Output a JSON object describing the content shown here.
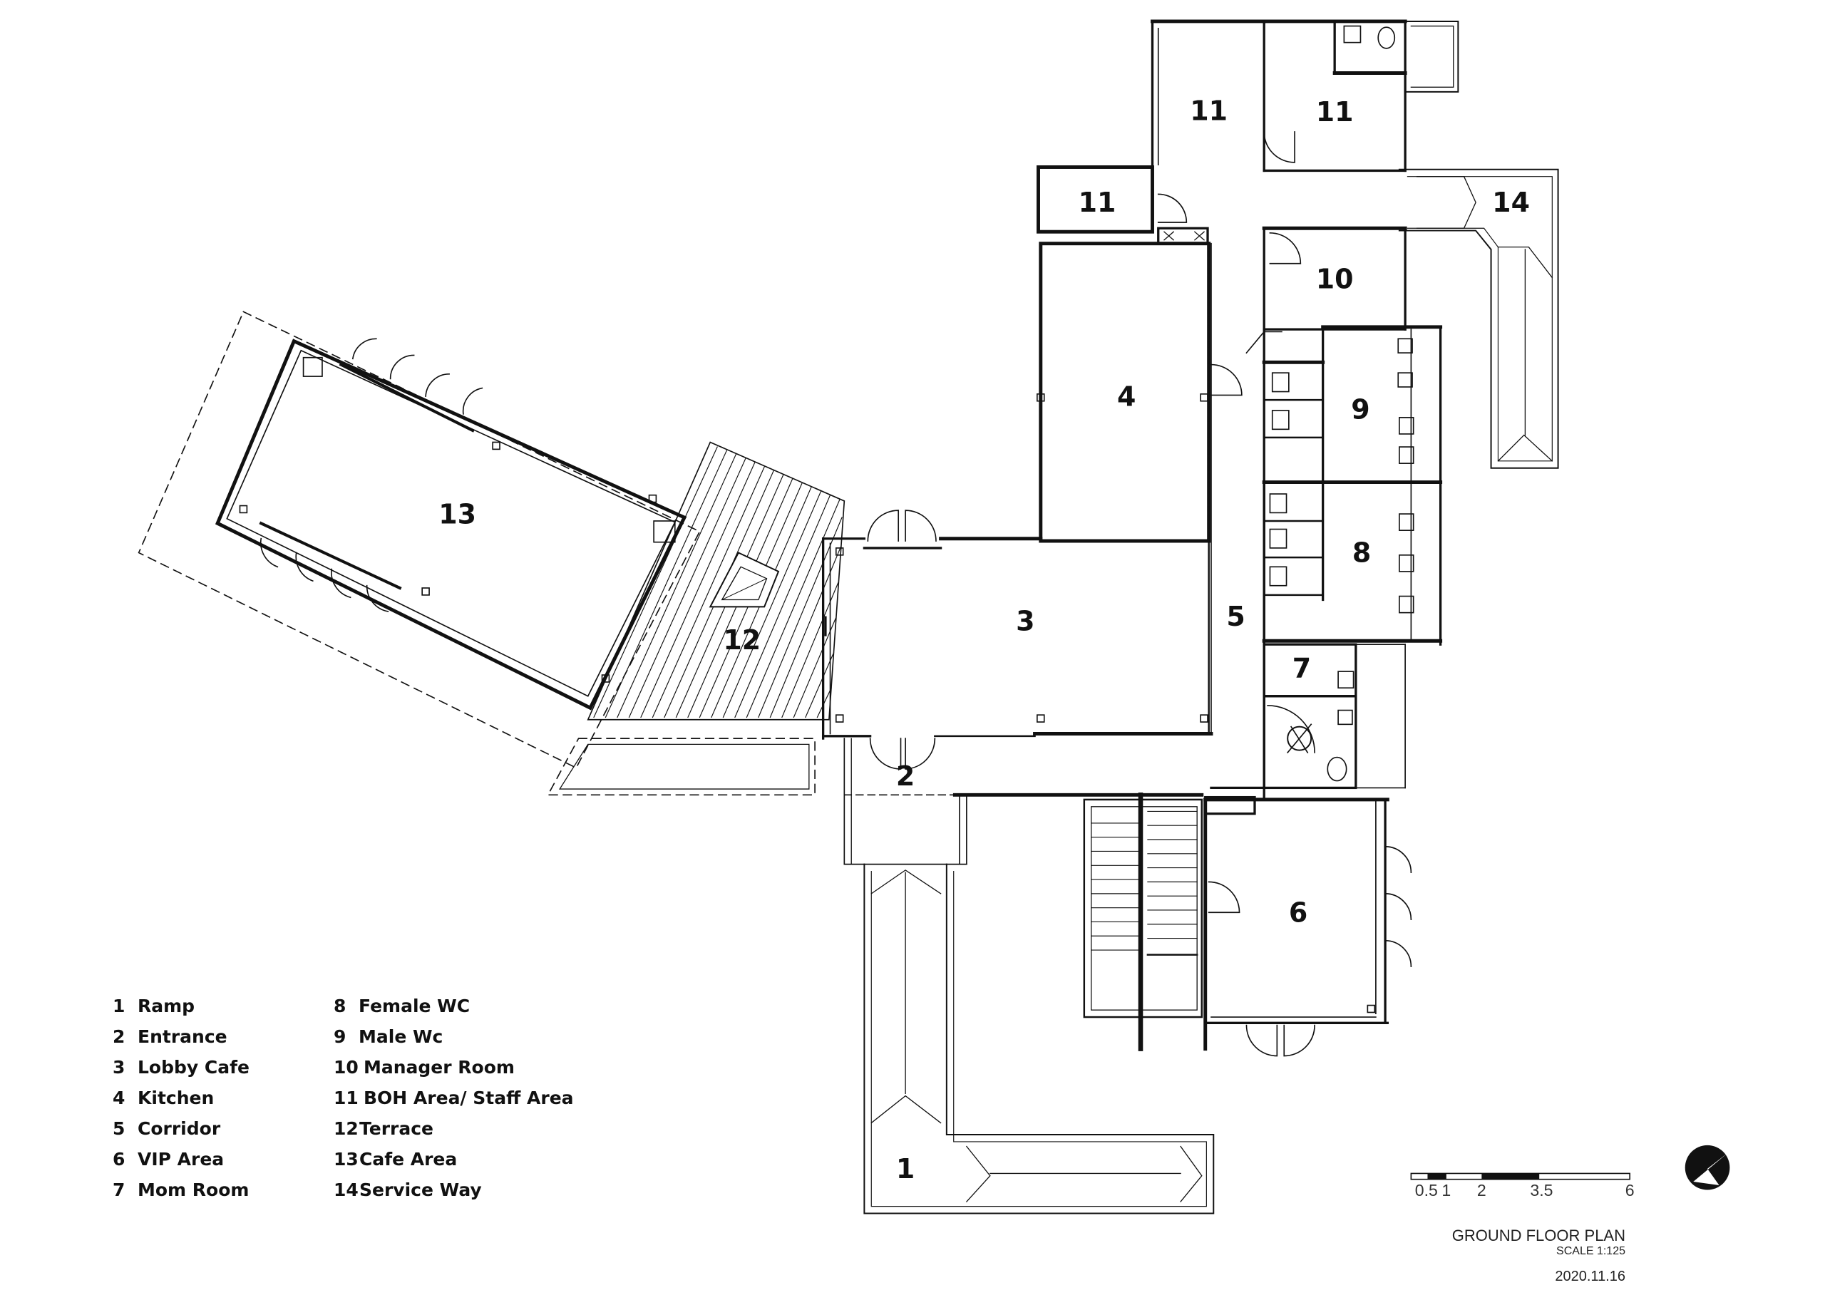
{
  "room_labels": [
    {
      "id": "r1",
      "text": "1"
    },
    {
      "id": "r2",
      "text": "2"
    },
    {
      "id": "r3",
      "text": "3"
    },
    {
      "id": "r4",
      "text": "4"
    },
    {
      "id": "r5",
      "text": "5"
    },
    {
      "id": "r6",
      "text": "6"
    },
    {
      "id": "r7",
      "text": "7"
    },
    {
      "id": "r8",
      "text": "8"
    },
    {
      "id": "r9",
      "text": "9"
    },
    {
      "id": "r10",
      "text": "10"
    },
    {
      "id": "r11a",
      "text": "11"
    },
    {
      "id": "r11b",
      "text": "11"
    },
    {
      "id": "r11c",
      "text": "11"
    },
    {
      "id": "r12",
      "text": "12"
    },
    {
      "id": "r13",
      "text": "13"
    },
    {
      "id": "r14",
      "text": "14"
    }
  ],
  "legend": [
    {
      "num": "1",
      "label": "Ramp"
    },
    {
      "num": "2",
      "label": "Entrance"
    },
    {
      "num": "3",
      "label": "Lobby Cafe"
    },
    {
      "num": "4",
      "label": "Kitchen"
    },
    {
      "num": "5",
      "label": "Corridor"
    },
    {
      "num": "6",
      "label": "VIP Area"
    },
    {
      "num": "7",
      "label": "Mom Room"
    },
    {
      "num": "8",
      "label": "Female WC"
    },
    {
      "num": "9",
      "label": "Male Wc"
    },
    {
      "num": "10",
      "label": "Manager Room"
    },
    {
      "num": "11",
      "label": "BOH Area/ Staff Area"
    },
    {
      "num": "12",
      "label": "Terrace"
    },
    {
      "num": "13",
      "label": "Cafe Area"
    },
    {
      "num": "14",
      "label": "Service Way"
    }
  ],
  "scale_bar": {
    "ticks": [
      "0.5",
      "1",
      "2",
      "3.5",
      "6"
    ]
  },
  "title_block": {
    "title": "GROUND FLOOR PLAN",
    "scale": "SCALE 1:125",
    "date": "2020.11.16"
  }
}
